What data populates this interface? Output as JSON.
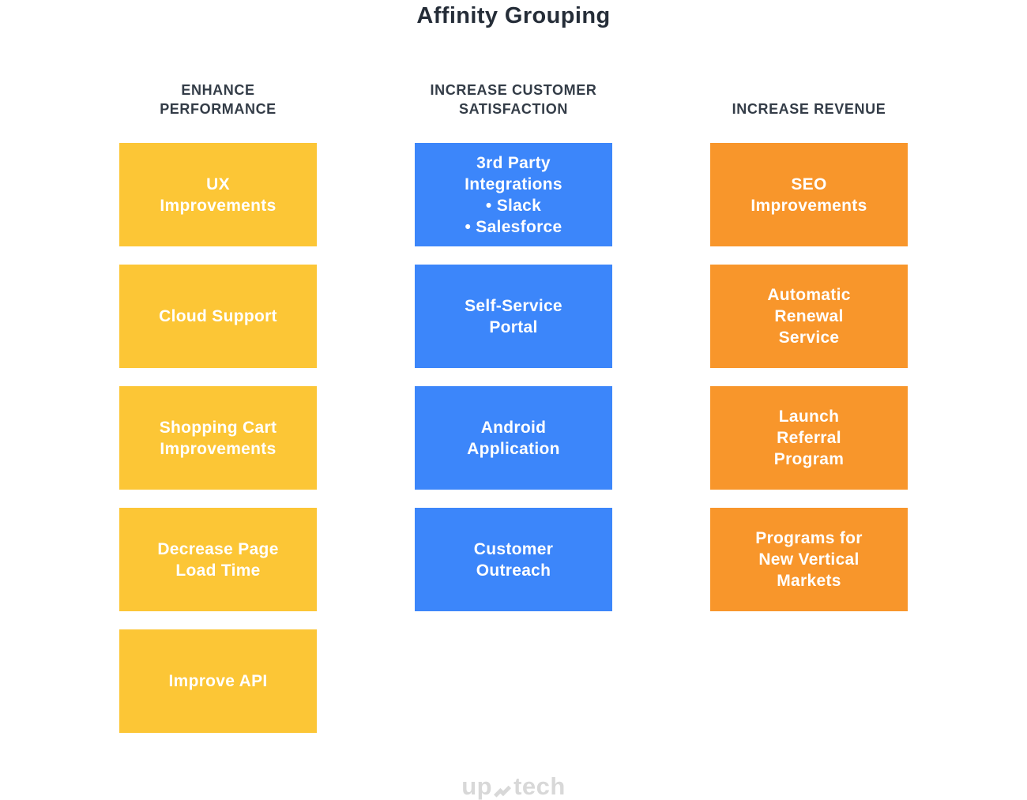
{
  "title": "Affinity Grouping",
  "colors": {
    "background": "#FFFFFF",
    "title_text": "#252D38",
    "header_text": "#333C47",
    "card_text": "#FFFFFF",
    "yellow": "#FCC636",
    "blue": "#3C86FA",
    "orange": "#F8962B",
    "logo_gray": "#D8D8D8"
  },
  "columns": [
    {
      "header": "ENHANCE\nPERFORMANCE",
      "color": "#FCC636",
      "cards": [
        {
          "label": "UX\nImprovements"
        },
        {
          "label": "Cloud Support"
        },
        {
          "label": "Shopping Cart\nImprovements"
        },
        {
          "label": "Decrease Page\nLoad Time"
        },
        {
          "label": "Improve API"
        }
      ]
    },
    {
      "header": "INCREASE CUSTOMER\nSATISFACTION",
      "color": "#3C86FA",
      "cards": [
        {
          "label": "3rd Party\nIntegrations\n• Slack\n• Salesforce"
        },
        {
          "label": "Self-Service\nPortal"
        },
        {
          "label": "Android\nApplication"
        },
        {
          "label": "Customer\nOutreach"
        }
      ]
    },
    {
      "header": "INCREASE REVENUE",
      "color": "#F8962B",
      "cards": [
        {
          "label": "SEO\nImprovements"
        },
        {
          "label": "Automatic\nRenewal\nService"
        },
        {
          "label": "Launch\nReferral\nProgram"
        },
        {
          "label": "Programs for\nNew Vertical\nMarkets"
        }
      ]
    }
  ],
  "footer": {
    "logo_left": "up",
    "logo_right": "tech",
    "logo_icon": "uptech-zigzag-mark"
  }
}
